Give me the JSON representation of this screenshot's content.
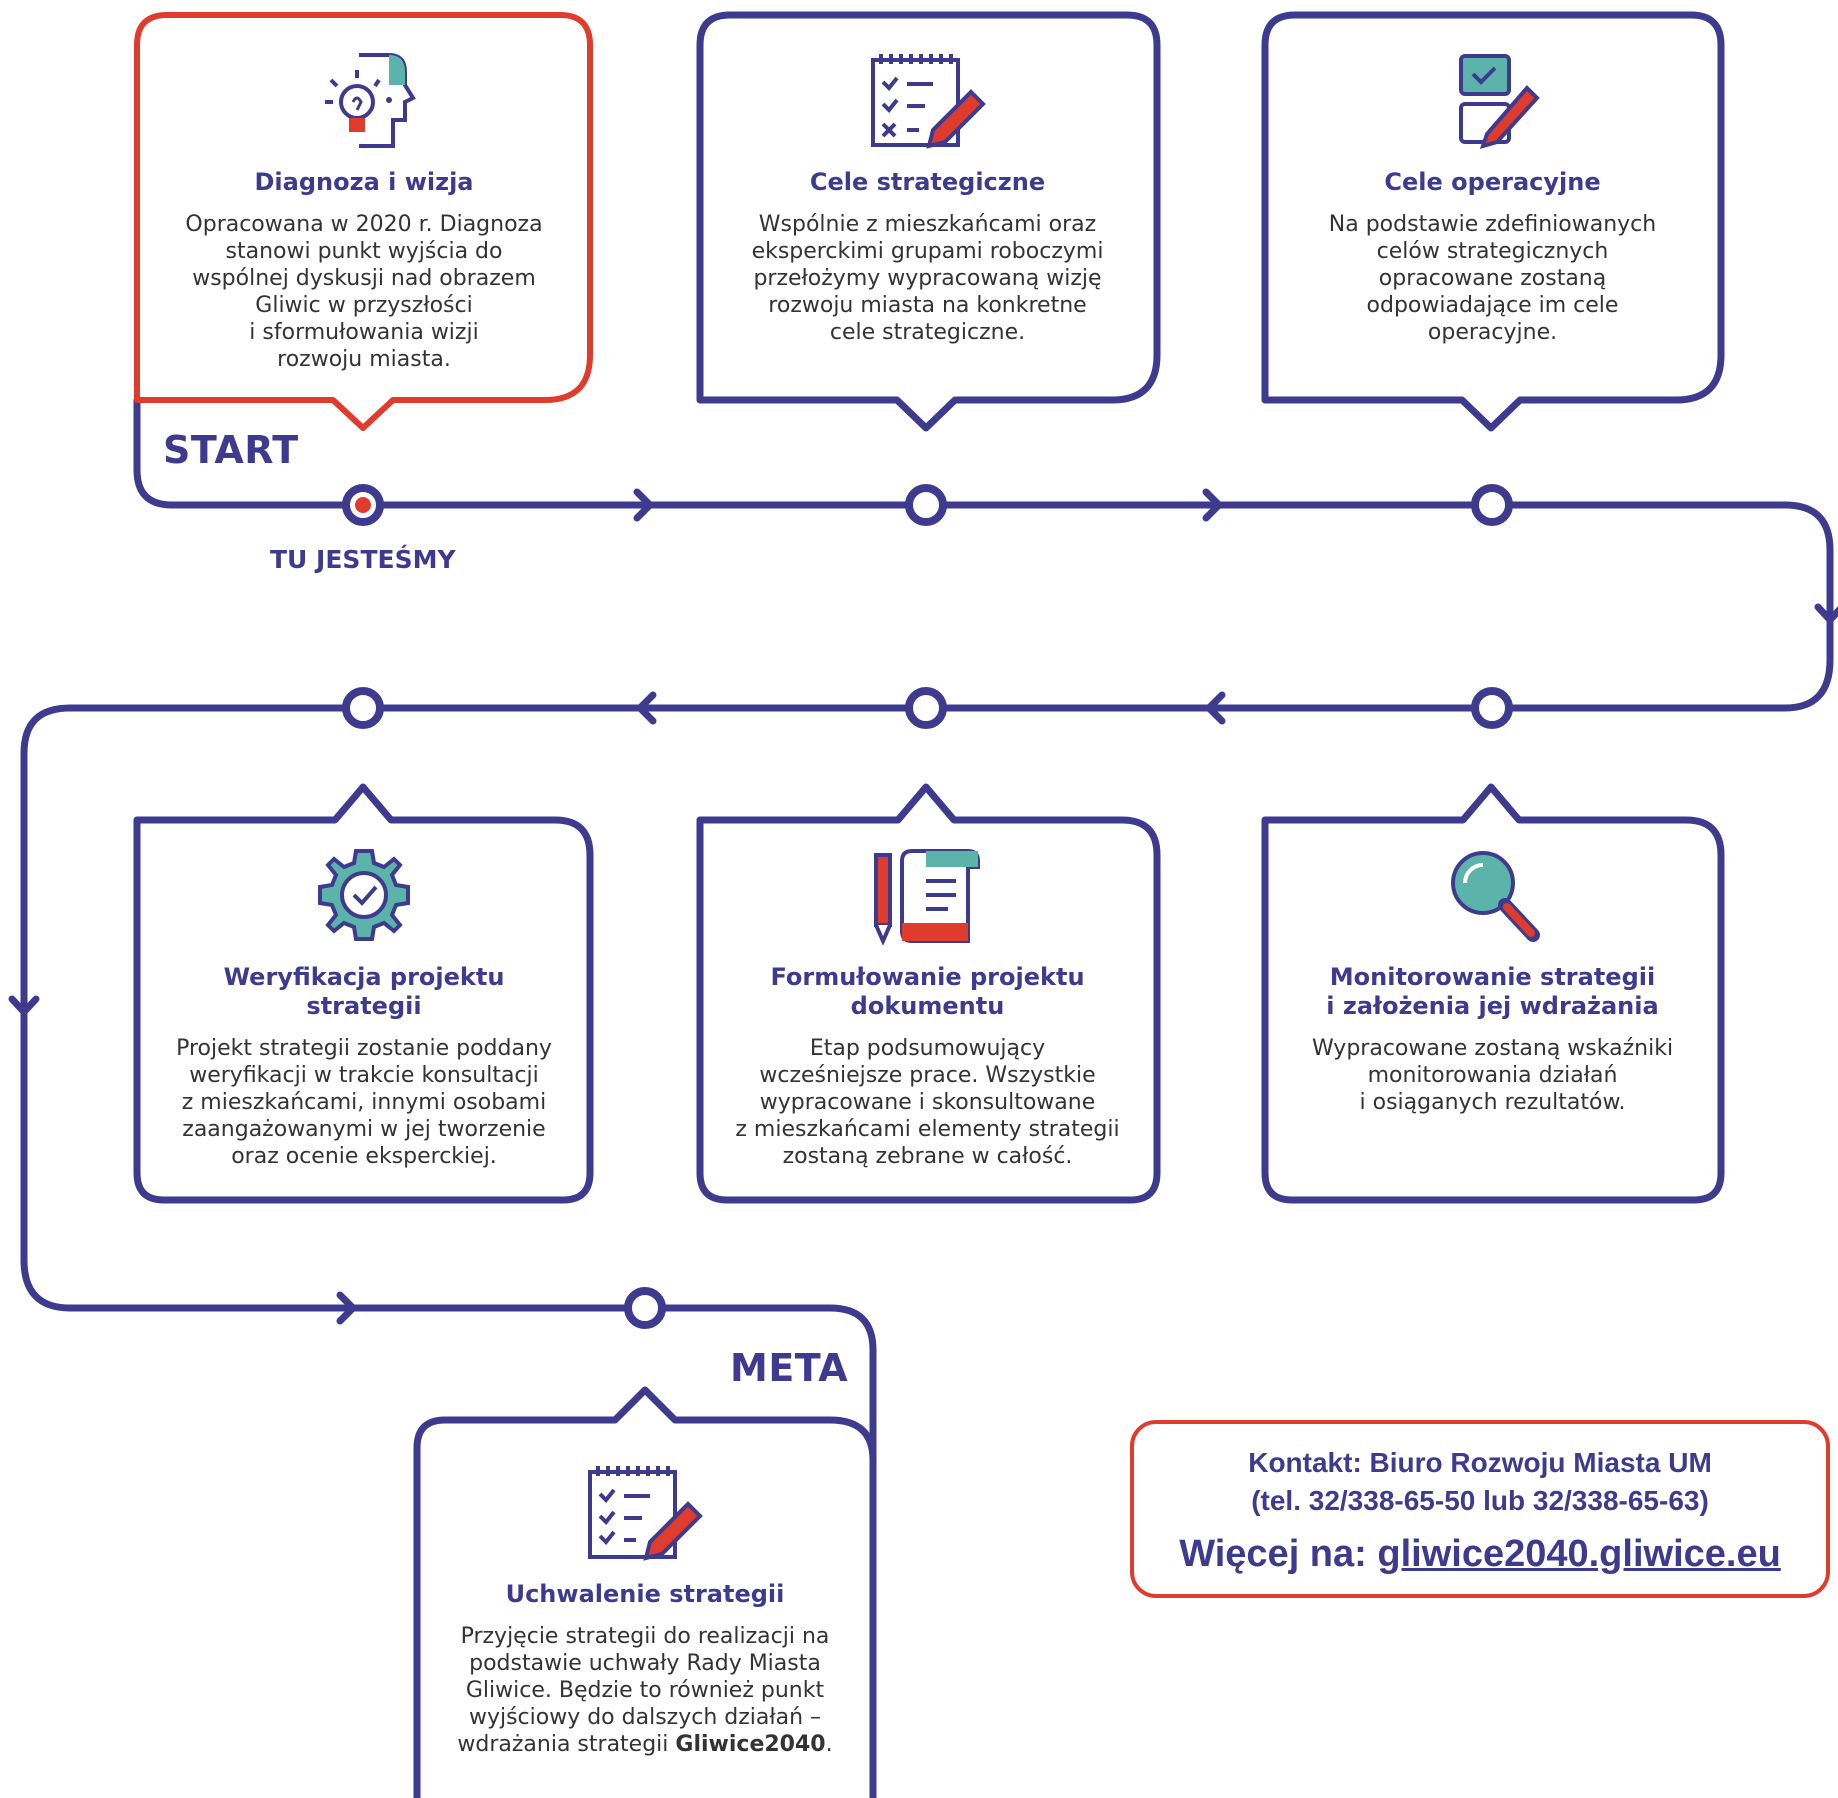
{
  "labels": {
    "start": "START",
    "here": "TU JESTEŚMY",
    "finish": "META"
  },
  "steps": [
    {
      "title": "Diagnoza i wizja",
      "text": "Opracowana w 2020 r. Diagnoza\nstanowi punkt wyjścia do\nwspólnej dyskusji nad obrazem\nGliwic w przyszłości\ni sformułowania wizji\nrozwoju miasta."
    },
    {
      "title": "Cele strategiczne",
      "text": "Wspólnie z mieszkańcami oraz\neksperckimi grupami roboczymi\nprzełożymy wypracowaną wizję\nrozwoju miasta na konkretne\ncele strategiczne."
    },
    {
      "title": "Cele operacyjne",
      "text": "Na podstawie zdefiniowanych\ncelów strategicznych\nopracowane zostaną\nodpowiadające im cele\noperacyjne."
    },
    {
      "title": "Weryfikacja projektu\nstrategii",
      "text": "Projekt strategii zostanie poddany\nweryfikacji w trakcie konsultacji\nz mieszkańcami, innymi osobami\nzaangażowanymi w jej tworzenie\noraz ocenie eksperckiej."
    },
    {
      "title": "Formułowanie projektu\ndokumentu",
      "text": "Etap podsumowujący\nwcześniejsze prace. Wszystkie\nwypracowane i skonsultowane\nz mieszkańcami elementy strategii\nzostaną zebrane w całość."
    },
    {
      "title": "Monitorowanie strategii\ni założenia jej wdrażania",
      "text": "Wypracowane zostaną wskaźniki\nmonitorowania działań\ni osiąganych rezultatów."
    },
    {
      "title": "Uchwalenie strategii",
      "text_before": "Przyjęcie strategii do realizacji na\npodstawie uchwały Rady Miasta\nGliwice. Będzie to również punkt\nwyjściowy do dalszych działań –\nwdrażania strategii ",
      "text_bold": "Gliwice2040",
      "text_after": "."
    }
  ],
  "contact": {
    "line1": "Kontakt:  Biuro Rozwoju Miasta UM",
    "line2": "(tel. 32/338-65-50 lub 32/338-65-63)",
    "more_prefix": "Więcej na: ",
    "link_text": "gliwice2040.gliwice.eu"
  },
  "colors": {
    "navy": "#3e3b8f",
    "red": "#e03c2d",
    "teal": "#5bb3a9"
  },
  "icons": [
    "idea-head-icon",
    "checklist-icon",
    "checkbox-pencil-icon",
    "gear-check-icon",
    "scroll-pencil-icon",
    "magnifier-icon",
    "checklist-icon"
  ]
}
